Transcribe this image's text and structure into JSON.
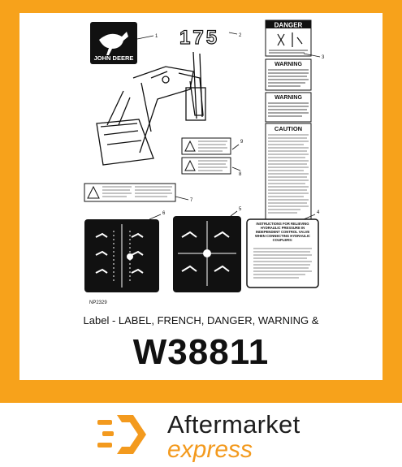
{
  "diagram": {
    "logo_text": "JOHN DEERE",
    "model_number": "175",
    "callouts": [
      "1",
      "2",
      "3",
      "4",
      "5",
      "6",
      "7",
      "8",
      "9"
    ],
    "danger_header": "DANGER",
    "warning_header": "WARNING",
    "caution_header": "CAUTION",
    "instructions_title": "INSTRUCTIONS FOR RELIEVING HYDRAULIC PRESSURE IN INDEPENDENT CONTROL VALVE WHEN CONNECTING HYDRAULIC COUPLERS:",
    "drawing_id": "NP2329"
  },
  "product": {
    "caption": "Label - LABEL, FRENCH, DANGER, WARNING &",
    "part_number": "W38811"
  },
  "brand": {
    "line1": "Aftermarket",
    "line2": "express",
    "accent_color": "#f39a1e"
  }
}
